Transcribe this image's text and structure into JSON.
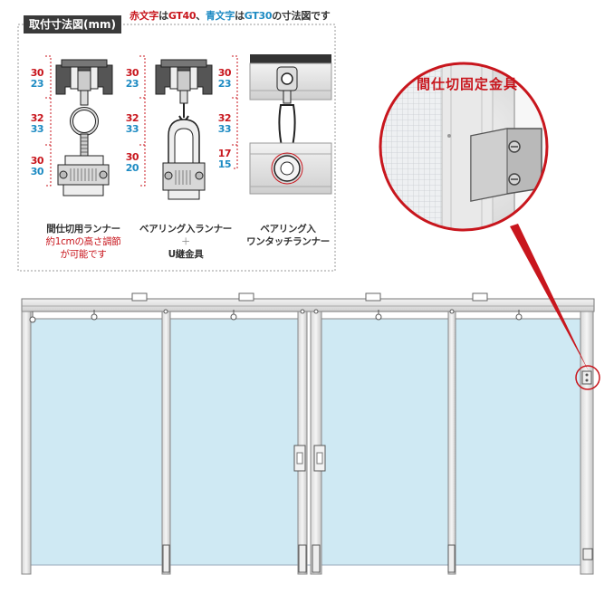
{
  "header": {
    "box_title": "取付寸法図(mm)",
    "legend_red_word": "赤文字",
    "legend_ha1": "は",
    "legend_gt40": "GT40",
    "legend_sep": "、",
    "legend_blue_word": "青文字",
    "legend_ha2": "は",
    "legend_gt30": "GT30",
    "legend_tail": "の寸法図です"
  },
  "colors": {
    "gt40_red": "#c8161d",
    "gt30_blue": "#1e8bc3",
    "glass_blue": "#cfe9f3",
    "frame_gray": "#bdbdbd"
  },
  "runners": [
    {
      "dims": [
        {
          "red": "30",
          "blue": "23"
        },
        {
          "red": "32",
          "blue": "33"
        },
        {
          "red": "30",
          "blue": "30"
        }
      ],
      "caption_line1": "間仕切用ランナー",
      "caption_line2": "約1cmの高さ調節",
      "caption_line3": "が可能です"
    },
    {
      "dims": [
        {
          "red": "30",
          "blue": "23"
        },
        {
          "red": "32",
          "blue": "33"
        },
        {
          "red": "30",
          "blue": "20"
        }
      ],
      "caption_line1": "ベアリング入ランナー",
      "caption_plus": "＋",
      "caption_line3": "U継金具"
    },
    {
      "dims": [
        {
          "red": "30",
          "blue": "23"
        },
        {
          "red": "32",
          "blue": "33"
        },
        {
          "red": "17",
          "blue": "15"
        }
      ],
      "caption_line1": "ベアリング入",
      "caption_line2": "ワンタッチランナー"
    }
  ],
  "zoom": {
    "label": "間仕切固定金具"
  }
}
